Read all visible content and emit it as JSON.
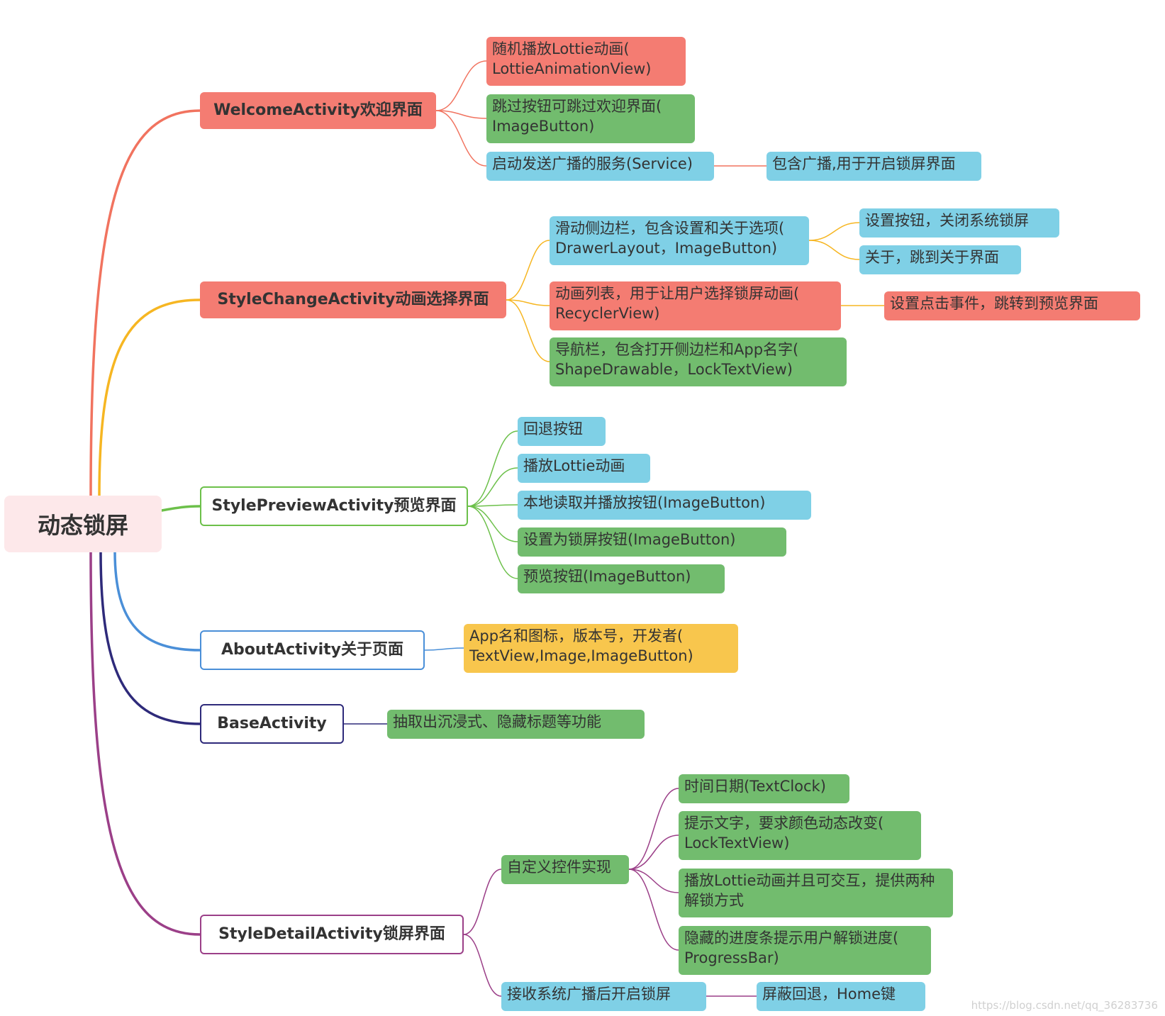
{
  "root": {
    "label": "动态锁屏"
  },
  "branches": {
    "welcome": {
      "label": "WelcomeActivity欢迎界面",
      "color": "#f1735f",
      "children": [
        "随机播放Lottie动画(\nLottieAnimationView)",
        "跳过按钮可跳过欢迎界面(\nImageButton)",
        "启动发送广播的服务(Service)"
      ],
      "grandchildren": [
        "包含广播,用于开启锁屏界面"
      ]
    },
    "stylechange": {
      "label": "StyleChangeActivity动画选择界面",
      "color": "#f6b622",
      "children": [
        "滑动侧边栏，包含设置和关于选项(\nDrawerLayout，ImageButton)",
        "动画列表，用于让用户选择锁屏动画(\nRecyclerView)",
        "导航栏，包含打开侧边栏和App名字(\nShapeDrawable，LockTextView)"
      ],
      "grandchildren": [
        "设置按钮，关闭系统锁屏",
        "关于，跳到关于界面",
        "设置点击事件，跳转到预览界面"
      ]
    },
    "preview": {
      "label": "StylePreviewActivity预览界面",
      "color": "#6cc04a",
      "children": [
        "回退按钮",
        "播放Lottie动画",
        "本地读取并播放按钮(ImageButton)",
        "设置为锁屏按钮(ImageButton)",
        "预览按钮(ImageButton)"
      ]
    },
    "about": {
      "label": "AboutActivity关于页面",
      "color": "#4a8fd8",
      "children": [
        "App名和图标，版本号，开发者(\nTextView,Image,ImageButton)"
      ]
    },
    "base": {
      "label": "BaseActivity",
      "color": "#2e2a7a",
      "children": [
        "抽取出沉浸式、隐藏标题等功能"
      ]
    },
    "detail": {
      "label": "StyleDetailActivity锁屏界面",
      "color": "#9b3f88",
      "children": [
        "自定义控件实现",
        "接收系统广播后开启锁屏"
      ],
      "grandchildren": [
        "时间日期(TextClock)",
        "提示文字，要求颜色动态改变(\nLockTextView)",
        "播放Lottie动画并且可交互，提供两种解锁方式",
        "隐藏的进度条提示用户解锁进度(\nProgressBar)",
        "屏蔽回退，Home键"
      ]
    }
  },
  "watermark": "https://blog.csdn.net/qq_36283736"
}
